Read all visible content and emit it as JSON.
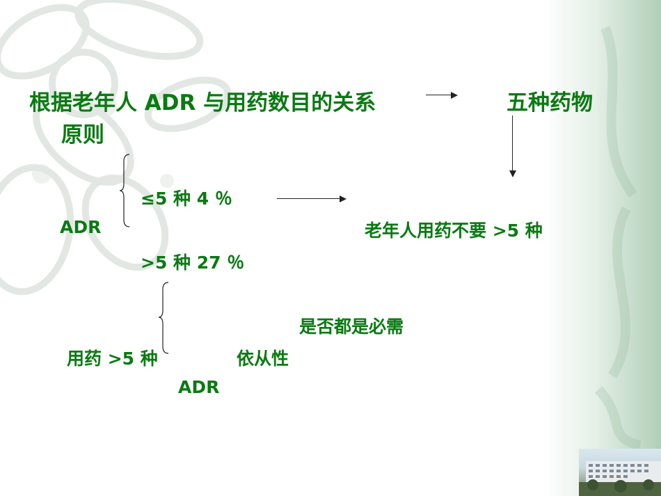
{
  "slide": {
    "title_line1": "根据老年人 ADR 与用药数目的关系",
    "title_right": "五种药物",
    "title_line2": "原则",
    "item_le5": "≤5 种 4 ％",
    "item_adr1": "ADR",
    "item_gt5": ">5 种 27 ％",
    "conclusion": "老年人用药不要 >5 种",
    "question": "是否都是必需",
    "use_gt5": "用药 >5 种",
    "compliance": "依从性",
    "item_adr2": "ADR"
  },
  "colors": {
    "text_green": "#0a7a12",
    "line": "#222222"
  }
}
